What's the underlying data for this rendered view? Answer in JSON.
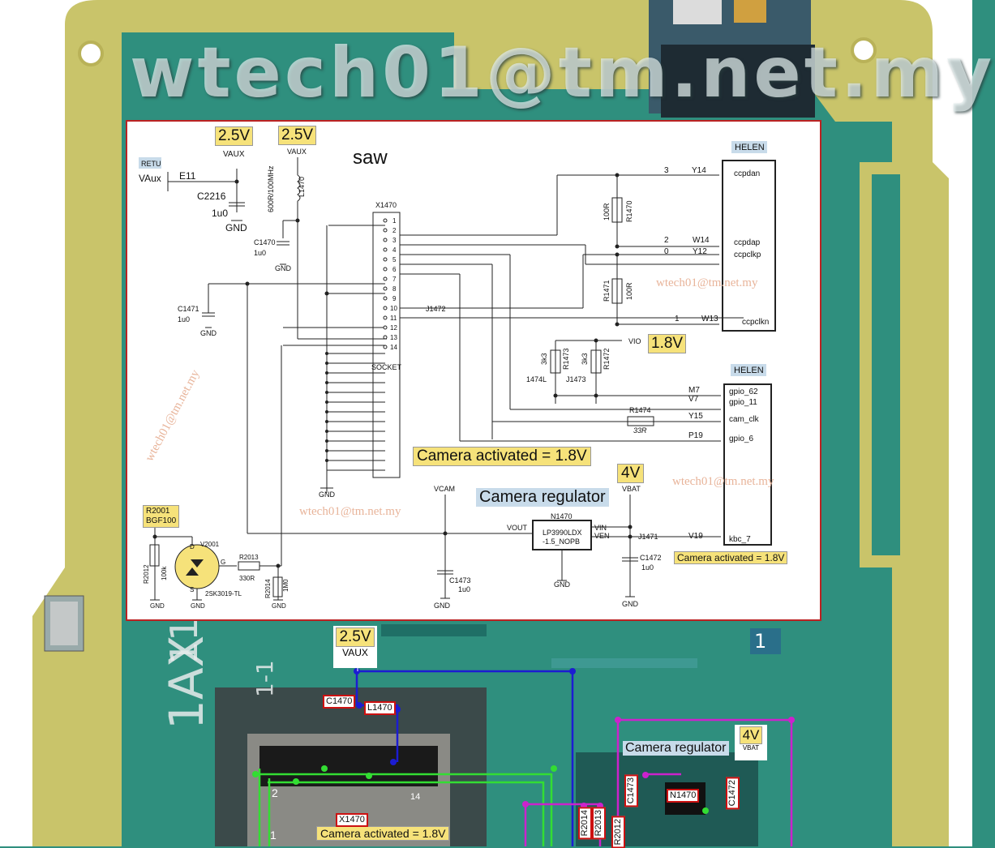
{
  "watermark": "wtech01@tm.net.my",
  "board_print": {
    "ax": "1AX",
    "eleven": "11",
    "one_one": "1-1",
    "one": "1"
  },
  "colors": {
    "board": "#2f8f7e",
    "gold": "#c9c46a",
    "schematic_border": "#bb2222",
    "label_yellow": "#f6e27a",
    "label_blue": "#c8dbea"
  },
  "top_labels": {
    "v1": "2.5V",
    "vaux1": "VAUX",
    "v2": "2.5V",
    "vaux2": "VAUX",
    "saw": "saw",
    "retu": "RETU",
    "vaux_in": "VAux",
    "e11": "E11",
    "c2216": "C2216",
    "c2216_val": "1u0",
    "gnd": "GND"
  },
  "inductor": {
    "name": "L1470",
    "spec": "600R/100MHz"
  },
  "c1470": {
    "name": "C1470",
    "val": "1u0"
  },
  "c1471": {
    "name": "C1471",
    "val": "1u0"
  },
  "connector": {
    "name": "X1470",
    "pins": [
      "1",
      "2",
      "3",
      "4",
      "5",
      "6",
      "7",
      "8",
      "9",
      "10",
      "11",
      "12",
      "13",
      "14"
    ],
    "socket": "SOCKET"
  },
  "helen1": {
    "title": "HELEN",
    "pins": [
      {
        "num": "3",
        "ball": "Y14",
        "name": "ccpdan"
      },
      {
        "num": "2",
        "ball": "W14",
        "name": "ccpdap"
      },
      {
        "num": "0",
        "ball": "Y12",
        "name": "ccpclkp"
      },
      {
        "num": "1",
        "ball": "W13",
        "name": "ccpclkn"
      }
    ]
  },
  "resistors": {
    "r1470": {
      "name": "R1470",
      "val": "100R"
    },
    "r1471": {
      "name": "R1471",
      "val": "100R"
    },
    "r1473": {
      "name": "R1473",
      "val": "3k3"
    },
    "r1472": {
      "name": "R1472",
      "val": "3k3"
    },
    "r1474": {
      "name": "R1474",
      "val": "33R"
    },
    "r2012": {
      "name": "R2012",
      "val": "100k"
    },
    "r2013": {
      "name": "R2013",
      "val": "330R"
    },
    "r2014": {
      "name": "R2014",
      "val": "1M0"
    }
  },
  "junctions": {
    "j1472": "J1472",
    "j1474": "1474L",
    "j1473": "J1473",
    "j1471": "J1471"
  },
  "vio": {
    "net": "VIO",
    "volt": "1.8V"
  },
  "helen2": {
    "title": "HELEN",
    "pins": [
      {
        "ball": "M7",
        "name": "gpio_62"
      },
      {
        "ball": "V7",
        "name": "gpio_11"
      },
      {
        "ball": "Y15",
        "name": "cam_clk"
      },
      {
        "ball": "P19",
        "name": "gpio_6"
      },
      {
        "ball": "V19",
        "name": "kbc_7"
      }
    ]
  },
  "callouts": {
    "cam_act": "Camera activated = 1.8V",
    "cam_reg": "Camera regulator",
    "v4": "4V",
    "vbat": "VBAT",
    "vcam": "VCAM"
  },
  "regulator": {
    "name": "N1470",
    "part1": "LP3990LDX",
    "part2": "-1.5_NOPB",
    "vout": "VOUT",
    "vin": "VIN",
    "ven": "VEN"
  },
  "c1473": {
    "name": "C1473",
    "val": "1u0"
  },
  "c1472": {
    "name": "C1472",
    "val": "1u0"
  },
  "r2001": {
    "name": "R2001",
    "part": "BGF100"
  },
  "v2001": {
    "name": "V2001",
    "part": "2SK3019-TL",
    "d": "D",
    "g": "G",
    "s": "S"
  },
  "photo": {
    "v25": "2.5V",
    "vaux": "VAUX",
    "c1470": "C1470",
    "l1470": "L1470",
    "x1470": "X1470",
    "cam_act": "Camera activated = 1.8V",
    "cam_reg": "Camera regulator",
    "v4": "4V",
    "vbat": "VBAT",
    "c1473": "C1473",
    "n1470": "N1470",
    "c1472": "C1472",
    "r2014": "R2014",
    "r2013": "R2013",
    "r2012": "R2012",
    "pin2": "2",
    "pin14": "14",
    "pin1": "1"
  }
}
